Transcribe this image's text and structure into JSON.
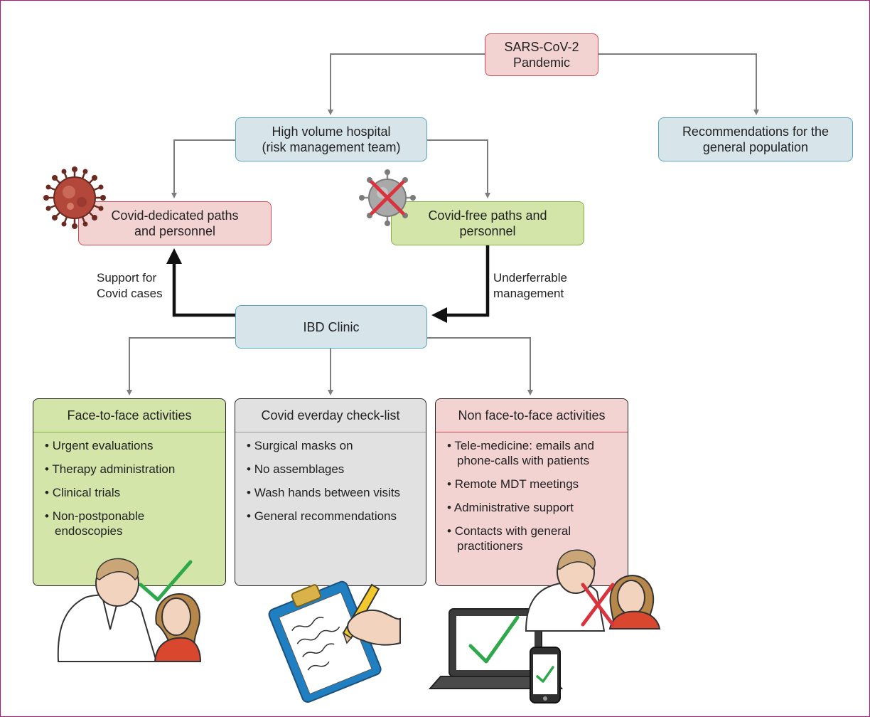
{
  "nodes": {
    "pandemic": "SARS-CoV-2\nPandemic",
    "hospital": "High volume hospital\n(risk management team)",
    "general_recs": "Recommendations for the\ngeneral population",
    "covid_paths": "Covid-dedicated paths\nand personnel",
    "covid_free": "Covid-free paths and\npersonnel",
    "ibd_clinic": "IBD Clinic"
  },
  "edge_labels": {
    "support": "Support for\nCovid cases",
    "underferrable": "Underferrable\nmanagement"
  },
  "panels": {
    "face": {
      "title": "Face-to-face activities",
      "items": [
        "Urgent evaluations",
        "Therapy administration",
        "Clinical trials",
        "Non-postponable\nendoscopies"
      ]
    },
    "checklist": {
      "title": "Covid everday check-list",
      "items": [
        "Surgical masks on",
        "No assemblages",
        "Wash hands between visits",
        "General recommendations"
      ]
    },
    "remote": {
      "title": "Non face-to-face activities",
      "items": [
        "Tele-medicine: emails and\nphone-calls with patients",
        "Remote MDT meetings",
        "Administrative support",
        "Contacts with general\npractitioners"
      ]
    }
  },
  "colors": {
    "red_fill": "#f3d3d1",
    "blue_fill": "#d7e5ea",
    "green_fill": "#d3e5a8",
    "grey_fill": "#e1e1e1",
    "check_green": "#2ea84a",
    "cross_red": "#d9343e"
  },
  "icons": [
    "virus-icon",
    "virus-crossed-icon",
    "doctor-patient-icon",
    "checkmark-icon",
    "clipboard-hand-icon",
    "laptop-icon",
    "smartphone-icon",
    "cross-icon"
  ]
}
